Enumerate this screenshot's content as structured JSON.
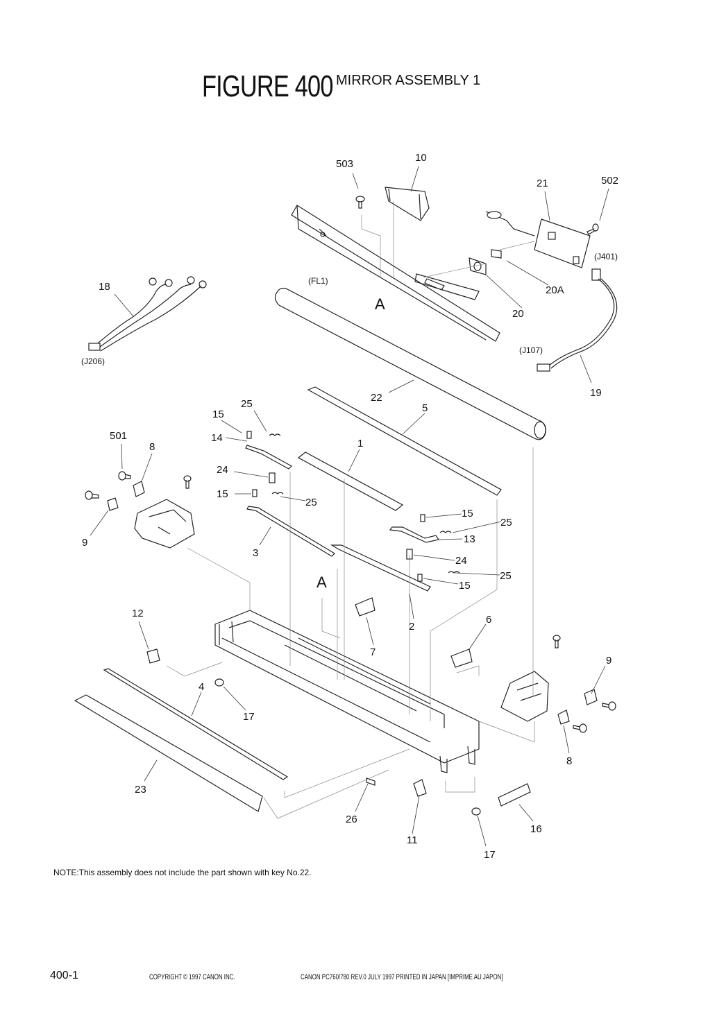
{
  "header": {
    "figure_label": "FIGURE 400",
    "assembly_title": "MIRROR ASSEMBLY 1"
  },
  "diagram": {
    "callouts": {
      "c503": "503",
      "c10": "10",
      "c21": "21",
      "c502": "502",
      "cJ401": "(J401)",
      "c18": "18",
      "cFL1": "(FL1)",
      "c20A": "20A",
      "cA1": "A",
      "c20": "20",
      "cJ107": "(J107)",
      "cJ206": "(J206)",
      "c19": "19",
      "c22": "22",
      "c25a": "25",
      "c15a": "15",
      "c5": "5",
      "c501": "501",
      "c14": "14",
      "c8a": "8",
      "c1": "1",
      "c24a": "24",
      "c15b": "15",
      "c25b": "25",
      "c15c": "15",
      "c25c": "25",
      "c9a": "9",
      "c13": "13",
      "c3": "3",
      "c24b": "24",
      "c25d": "25",
      "cA2": "A",
      "c15d": "15",
      "c12": "12",
      "c2": "2",
      "c6": "6",
      "c7": "7",
      "c9b": "9",
      "c4": "4",
      "c17a": "17",
      "c8b": "8",
      "c23": "23",
      "c26": "26",
      "c16": "16",
      "c11": "11",
      "c17b": "17"
    }
  },
  "footer": {
    "note": "NOTE:This assembly does not include the part shown with key No.22.",
    "page_number": "400-1",
    "copyright": "COPYRIGHT © 1997 CANON INC.",
    "print_info": "CANON PC760/780 REV.0 JULY 1997 PRINTED IN JAPAN [IMPRIME AU JAPON]"
  }
}
